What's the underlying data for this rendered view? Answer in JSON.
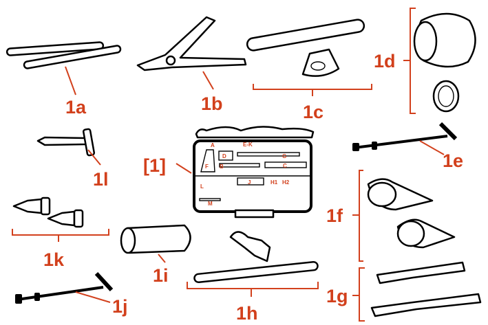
{
  "colors": {
    "label": "#d2401c",
    "outline": "#000000"
  },
  "labels": {
    "a": "1a",
    "b": "1b",
    "c": "1c",
    "d": "1d",
    "e": "1e",
    "f": "1f",
    "g": "1g",
    "h": "1h",
    "i": "1i",
    "j": "1j",
    "k": "1k",
    "l": "1l",
    "case": "[1]"
  },
  "case_labels": {
    "A": "A",
    "EK": "E-K",
    "D": "D",
    "G": "G",
    "F": "F",
    "B": "B",
    "C": "C",
    "L": "L",
    "J": "J",
    "H1": "H1",
    "H2": "H2",
    "M": "M"
  }
}
